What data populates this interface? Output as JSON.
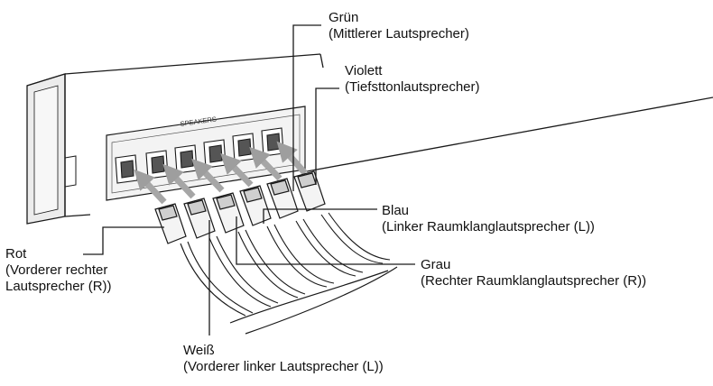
{
  "panel": {
    "title": "SPEAKERS"
  },
  "labels": {
    "green": {
      "color": "Grün",
      "desc": "(Mittlerer Lautsprecher)"
    },
    "violet": {
      "color": "Violett",
      "desc": "(Tiefsttonlautsprecher)"
    },
    "blue": {
      "color": "Blau",
      "desc": "(Linker Raumklanglautsprecher (L))"
    },
    "grey": {
      "color": "Grau",
      "desc": "(Rechter Raumklanglautsprecher (R))"
    },
    "red": {
      "color": "Rot",
      "desc1": "(Vorderer rechter",
      "desc2": "Lautsprecher (R))"
    },
    "white": {
      "color": "Weiß",
      "desc": "(Vorderer linker Lautsprecher (L))"
    }
  },
  "colors": {
    "line": "#1a1a1a",
    "arrow": "#a6a6a6",
    "connector": "#d9d9d9",
    "device_side": "#e8e8e8"
  }
}
